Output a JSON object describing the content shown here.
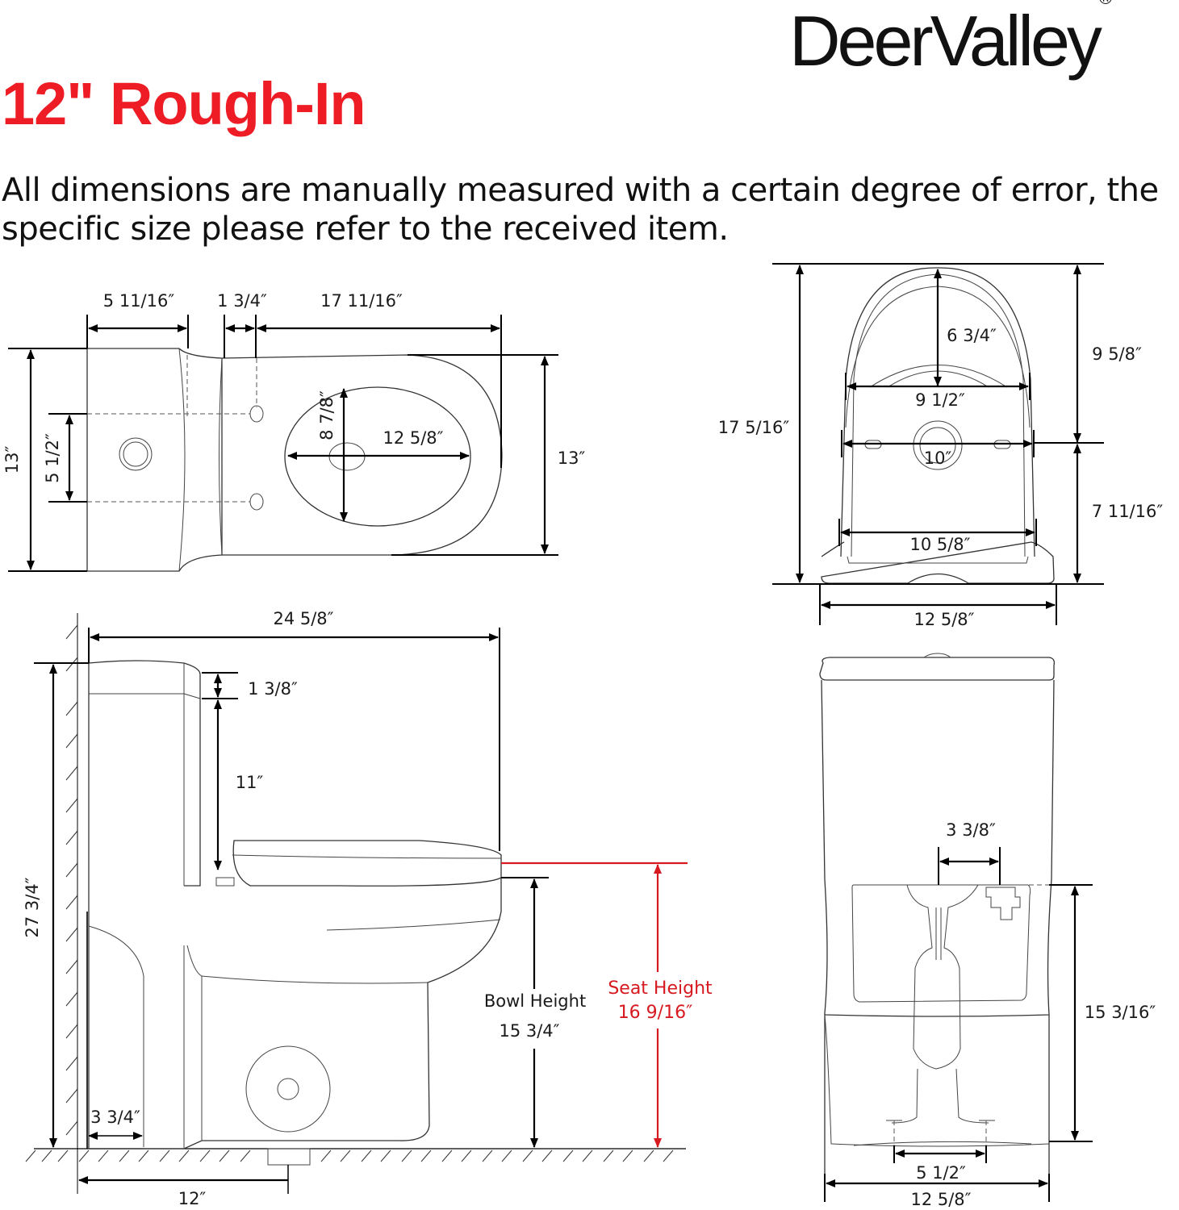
{
  "header": {
    "brand": "DeerValley",
    "brand_mark": "®",
    "title": "12\" Rough-In",
    "disclaimer": "All dimensions are manually measured with a certain degree of error, the specific size please refer to the received item."
  },
  "colors": {
    "title_red": "#ee1c25",
    "seat_height_red": "#d71920",
    "line": "#000000",
    "background": "#ffffff"
  },
  "views": {
    "top_view": {
      "tank_depth": "5 11/16″",
      "gap": "1 3/4″",
      "bowl_length": "17 11/16″",
      "overall_width": "13″",
      "bowl_width": "13″",
      "bolt_spacing": "5 1/2″",
      "opening_width": "8 7/8″",
      "opening_length": "12 5/8″"
    },
    "front_view_bowl": {
      "overall_depth": "17 5/16″",
      "rim_to_hole": "6 3/4″",
      "upper_depth": "9 5/8″",
      "lower_depth": "7 11/16″",
      "inner_width": "9 1/2″",
      "hole_width": "10″",
      "base_inner_width": "10 5/8″",
      "base_width": "12 5/8″"
    },
    "side_view": {
      "overall_length": "24 5/8″",
      "lid_thickness": "1 3/8″",
      "tank_height": "11″",
      "overall_height": "27 3/4″",
      "wall_gap": "3 3/4″",
      "rough_in": "12″",
      "bowl_height_label": "Bowl Height",
      "bowl_height": "15 3/4″",
      "seat_height_label": "Seat Height",
      "seat_height": "16 9/16″"
    },
    "rear_view": {
      "supply_offset": "3 3/8″",
      "base_height": "15 3/16″",
      "bolt_spacing": "5 1/2″",
      "overall_width": "12 5/8″"
    }
  }
}
